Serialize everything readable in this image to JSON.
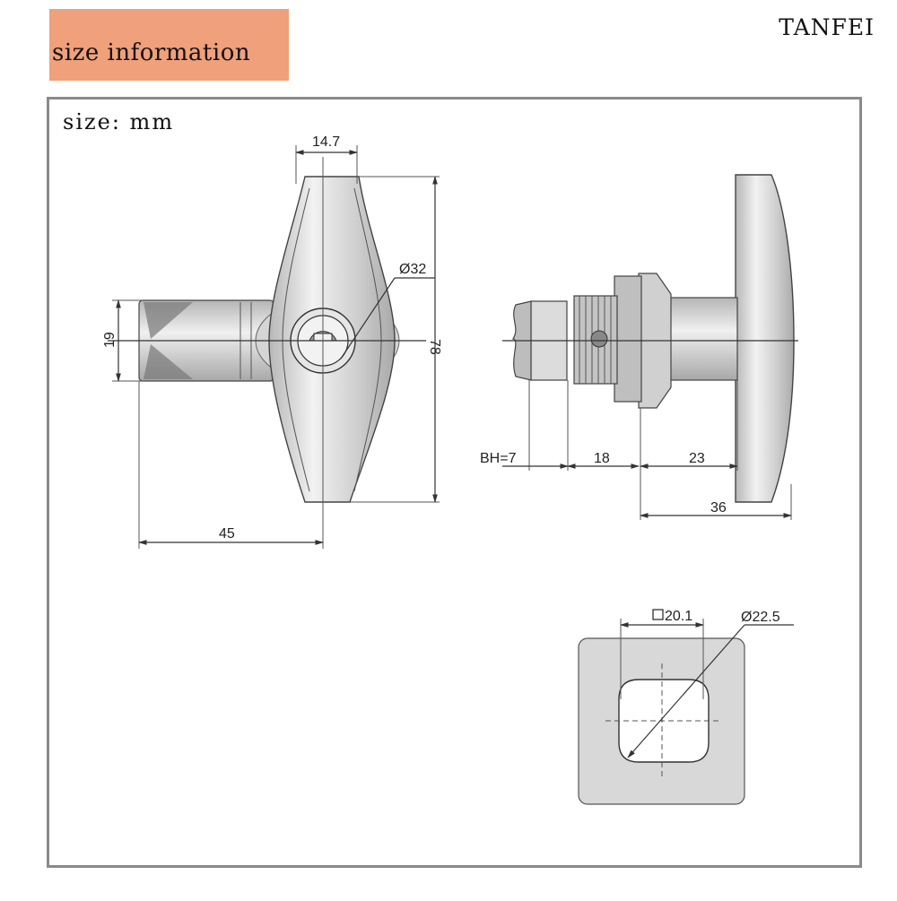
{
  "header": {
    "badge_text": "size information",
    "brand": "TANFEI",
    "badge_color": "#f0a07a"
  },
  "drawing": {
    "units": "size: mm",
    "front_view": {
      "width": "14.7",
      "diameter": "Ø32",
      "height": "78",
      "cam_height": "19",
      "length": "45"
    },
    "side_view": {
      "bh": "BH=7",
      "thread": "18",
      "shaft": "23",
      "overall": "36"
    },
    "cutout": {
      "square": "20.1",
      "diameter": "Ø22.5"
    }
  },
  "colors": {
    "frame": "#8a8a8a",
    "plate": "#d8d8d8",
    "metal": "#c9c9c9"
  }
}
